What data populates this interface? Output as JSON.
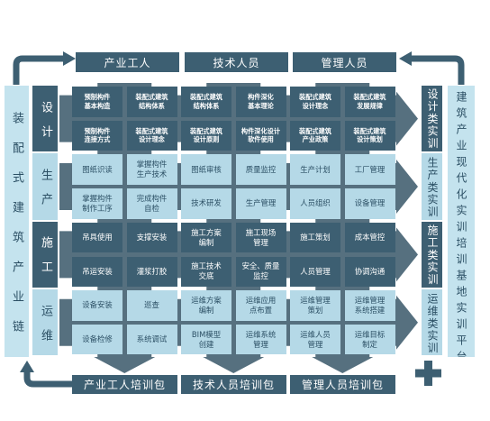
{
  "roles": {
    "industry_workers": "产业工人",
    "technical_staff": "技术人员",
    "management_staff": "管理人员"
  },
  "packages": {
    "industry_workers": "产业工人培训包",
    "technical_staff": "技术人员培训包",
    "management_staff": "管理人员培训包"
  },
  "chain_label": "装配式建筑产业链",
  "platform_label": "建筑产业现代化实训培训基地实训平台",
  "stages": [
    {
      "label": "设计",
      "training": "设计类实训",
      "fill": "#3d5f72",
      "text_color": "#ffffff",
      "rows": [
        [
          [
            "预制构件",
            "基本构造"
          ],
          [
            "装配式建筑",
            "结构体系"
          ],
          [
            "装配式建筑",
            "结构体系"
          ],
          [
            "构件深化",
            "基本理论"
          ],
          [
            "装配式建筑",
            "设计理念"
          ],
          [
            "装配式建筑",
            "发展规律"
          ]
        ],
        [
          [
            "预制构件",
            "连接方式"
          ],
          [
            "装配式建筑",
            "设计理念"
          ],
          [
            "装配式建筑",
            "设计原则"
          ],
          [
            "构件深化设计",
            "软件使用"
          ],
          [
            "装配式建筑",
            "产业政策"
          ],
          [
            "装配式建筑",
            "设计策划"
          ]
        ]
      ]
    },
    {
      "label": "生产",
      "training": "生产类实训",
      "fill": "#b5d9e7",
      "text_color": "#2b4f64",
      "rows": [
        [
          [
            "图纸识读"
          ],
          [
            "掌握构件",
            "生产技术"
          ],
          [
            "图纸审核"
          ],
          [
            "质量监控"
          ],
          [
            "生产计划"
          ],
          [
            "工厂管理"
          ]
        ],
        [
          [
            "掌握构件",
            "制作工序"
          ],
          [
            "完成构件",
            "自检"
          ],
          [
            "技术研发"
          ],
          [
            "生产管理"
          ],
          [
            "人员组织"
          ],
          [
            "设备管理"
          ]
        ]
      ]
    },
    {
      "label": "施工",
      "training": "施工类实训",
      "fill": "#3d5f72",
      "text_color": "#ffffff",
      "rows": [
        [
          [
            "吊具使用"
          ],
          [
            "支撑安装"
          ],
          [
            "施工方案",
            "编制"
          ],
          [
            "施工现场",
            "管理"
          ],
          [
            "施工策划"
          ],
          [
            "成本管控"
          ]
        ],
        [
          [
            "吊运安装"
          ],
          [
            "灌浆打胶"
          ],
          [
            "施工技术",
            "交底"
          ],
          [
            "安全、质量",
            "监控"
          ],
          [
            "人员管理"
          ],
          [
            "协调沟通"
          ]
        ]
      ]
    },
    {
      "label": "运维",
      "training": "运维类实训",
      "fill": "#b5d9e7",
      "text_color": "#2b4f64",
      "rows": [
        [
          [
            "设备安装"
          ],
          [
            "巡查"
          ],
          [
            "运维方案",
            "编制"
          ],
          [
            "运维应用",
            "点布置"
          ],
          [
            "运维管理",
            "策划"
          ],
          [
            "运维管理",
            "系统搭建"
          ]
        ],
        [
          [
            "设备检修"
          ],
          [
            "系统调试"
          ],
          [
            "BIM模型",
            "创建"
          ],
          [
            "运维系统",
            "管理"
          ],
          [
            "运维人员",
            "管理"
          ],
          [
            "运维目标",
            "制定"
          ]
        ]
      ]
    }
  ],
  "icons": {
    "flow_connectors": "arrow-icon",
    "corner_mark": "plus-icon"
  },
  "colors": {
    "dark": "#3d5f72",
    "light": "#b5d9e7",
    "side_panel": "#c4e3ee",
    "dark_text": "#2b4f64",
    "light_text": "#ffffff",
    "arrow": "#56707f"
  }
}
